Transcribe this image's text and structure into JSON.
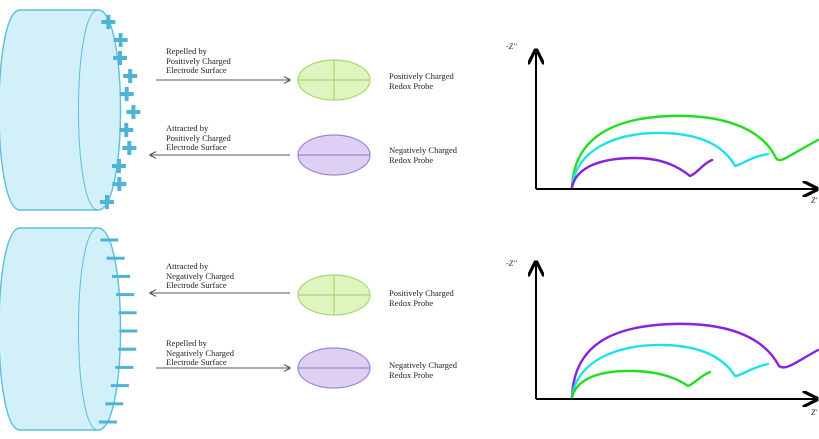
{
  "panels": [
    {
      "id": "top",
      "electrode_charge": "positive",
      "colors": {
        "electrode_fill": "#d2f0f9",
        "electrode_edge": "#5cbfdc",
        "charge_marker": "#4fb3d6"
      },
      "probes": [
        {
          "description": "Repelled by\nPositively Charged\nElectrode Surface",
          "label": "Positively Charged\nRedox Probe",
          "probe_charge": "positive",
          "fill": "#dff5c0",
          "stroke": "#a7d873",
          "arrow_direction": "right"
        },
        {
          "description": "Attracted by\nPositively Charged\nElectrode Surface",
          "label": "Negatively Charged\nRedox Probe",
          "probe_charge": "negative",
          "fill": "#ddd0f2",
          "stroke": "#9f85d6",
          "arrow_direction": "left"
        }
      ],
      "plot": {
        "y_label": "-Z''",
        "x_label": "Z'",
        "curve_colors": {
          "green": "#22dd22",
          "cyan": "#22e0e8",
          "purple": "#8822dd"
        }
      }
    },
    {
      "id": "bottom",
      "electrode_charge": "negative",
      "colors": {
        "electrode_fill": "#d2f0f9",
        "electrode_edge": "#5cbfdc",
        "charge_marker": "#4fb3d6"
      },
      "probes": [
        {
          "description": "Attracted by\nNegatively Charged\nElectrode Surface",
          "label": "Positively Charged\nRedox Probe",
          "probe_charge": "positive",
          "fill": "#dff5c0",
          "stroke": "#a7d873",
          "arrow_direction": "left"
        },
        {
          "description": "Repelled by\nNegatively Charged\nElectrode Surface",
          "label": "Negatively Charged\nRedox Probe",
          "probe_charge": "negative",
          "fill": "#ddd0f2",
          "stroke": "#9f85d6",
          "arrow_direction": "right"
        }
      ],
      "plot": {
        "y_label": "-Z''",
        "x_label": "Z'",
        "curve_colors": {
          "green": "#22dd22",
          "cyan": "#22e0e8",
          "purple": "#8822dd"
        }
      }
    }
  ]
}
